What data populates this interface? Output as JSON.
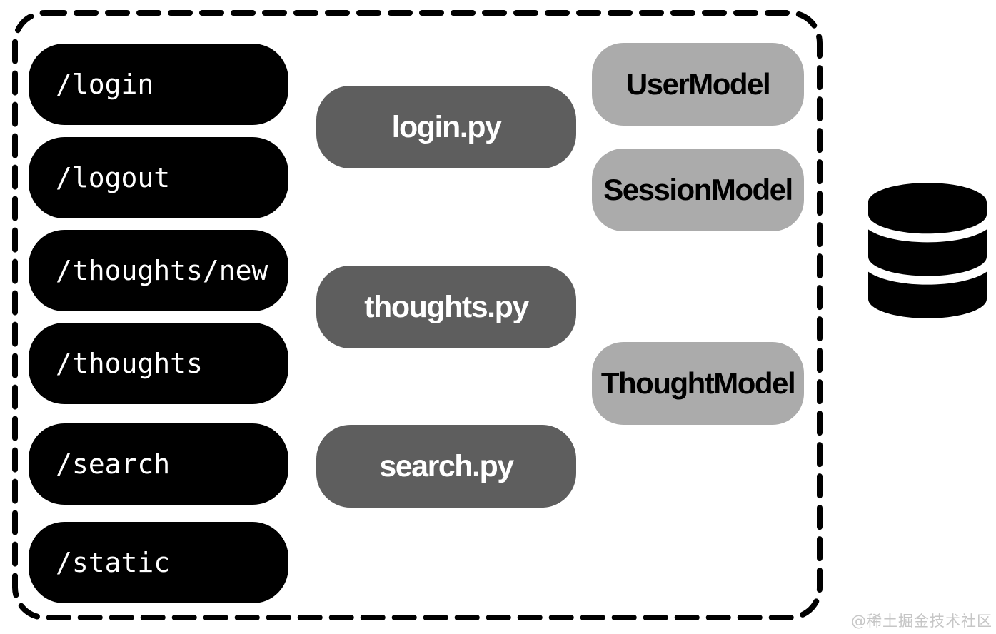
{
  "diagram": {
    "title": "flask-app-architecture",
    "colors": {
      "route_pill_bg": "#000000",
      "route_pill_text": "#ffffff",
      "handler_pill_bg": "#5e5e5e",
      "handler_pill_text": "#ffffff",
      "model_pill_bg": "#ababab",
      "model_pill_text": "#000000",
      "boundary_border": "#000000",
      "database_icon": "#000000",
      "watermark_text": "#c6c6c6",
      "background": "#ffffff"
    },
    "routes": [
      {
        "label": "/login"
      },
      {
        "label": "/logout"
      },
      {
        "label": "/thoughts/new"
      },
      {
        "label": "/thoughts"
      },
      {
        "label": "/search"
      },
      {
        "label": "/static"
      }
    ],
    "handlers": [
      {
        "label": "login.py"
      },
      {
        "label": "thoughts.py"
      },
      {
        "label": "search.py"
      }
    ],
    "models": [
      {
        "label": "UserModel"
      },
      {
        "label": "SessionModel"
      },
      {
        "label": "ThoughtModel"
      }
    ],
    "icons": {
      "database": "database-icon"
    },
    "watermark": {
      "text": "@稀土掘金技术社区"
    }
  }
}
